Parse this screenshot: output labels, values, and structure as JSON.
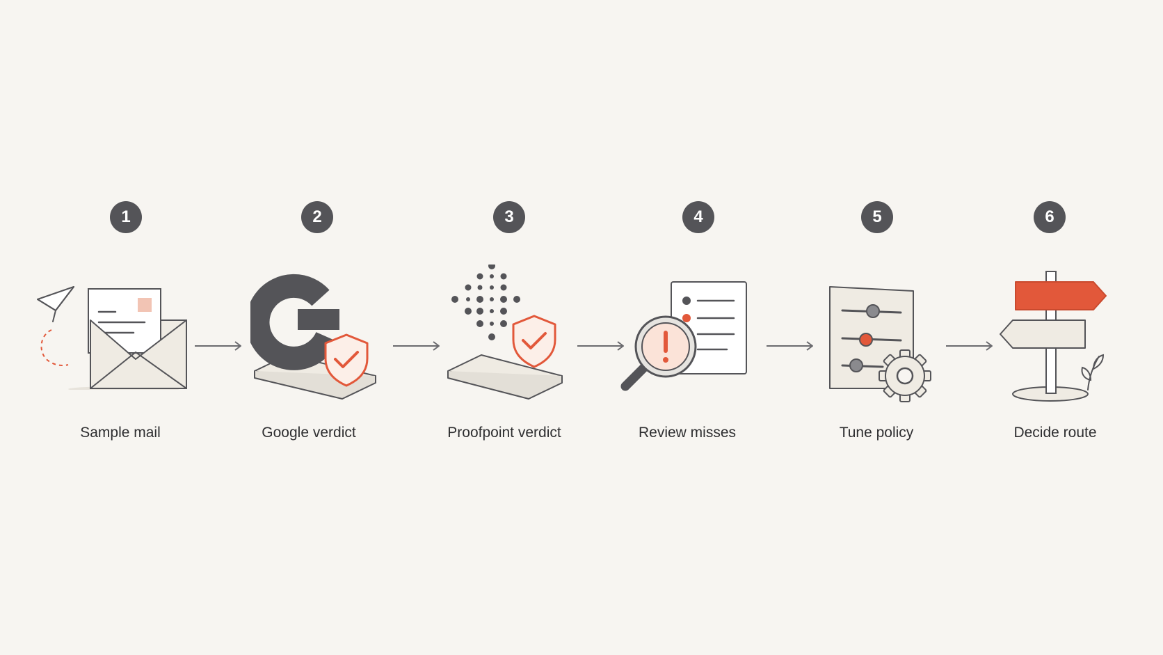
{
  "steps": [
    {
      "number": "1",
      "label": "Sample mail",
      "icon": "envelope-paper-plane-icon"
    },
    {
      "number": "2",
      "label": "Google verdict",
      "icon": "google-shield-icon"
    },
    {
      "number": "3",
      "label": "Proofpoint verdict",
      "icon": "dots-shield-icon"
    },
    {
      "number": "4",
      "label": "Review misses",
      "icon": "magnifier-alert-icon"
    },
    {
      "number": "5",
      "label": "Tune policy",
      "icon": "sliders-gear-icon"
    },
    {
      "number": "6",
      "label": "Decide route",
      "icon": "signpost-icon"
    }
  ],
  "colors": {
    "background": "#f7f5f1",
    "ink": "#545458",
    "accent": "#e2583a",
    "accent_light": "#f2c4b4",
    "paper": "#efebe3"
  }
}
